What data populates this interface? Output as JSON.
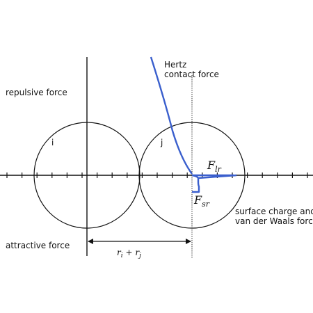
{
  "labels": {
    "hertz_line1": "Hertz",
    "hertz_line2": "contact force",
    "repulsive": "repulsive force",
    "attractive": "attractive force",
    "surface_line1": "surface charge and",
    "surface_line2": "van der Waals force",
    "particle_i": "i",
    "particle_j": "j",
    "f_lr_main": "F",
    "f_lr_sub": "lr",
    "f_sr_main": "F",
    "f_sr_sub": "sr",
    "dist_r": "r",
    "dist_i": "i",
    "dist_plus": " + ",
    "dist_j": "j"
  },
  "colors": {
    "force_curve": "#3a5fcd",
    "lines": "#111111"
  }
}
